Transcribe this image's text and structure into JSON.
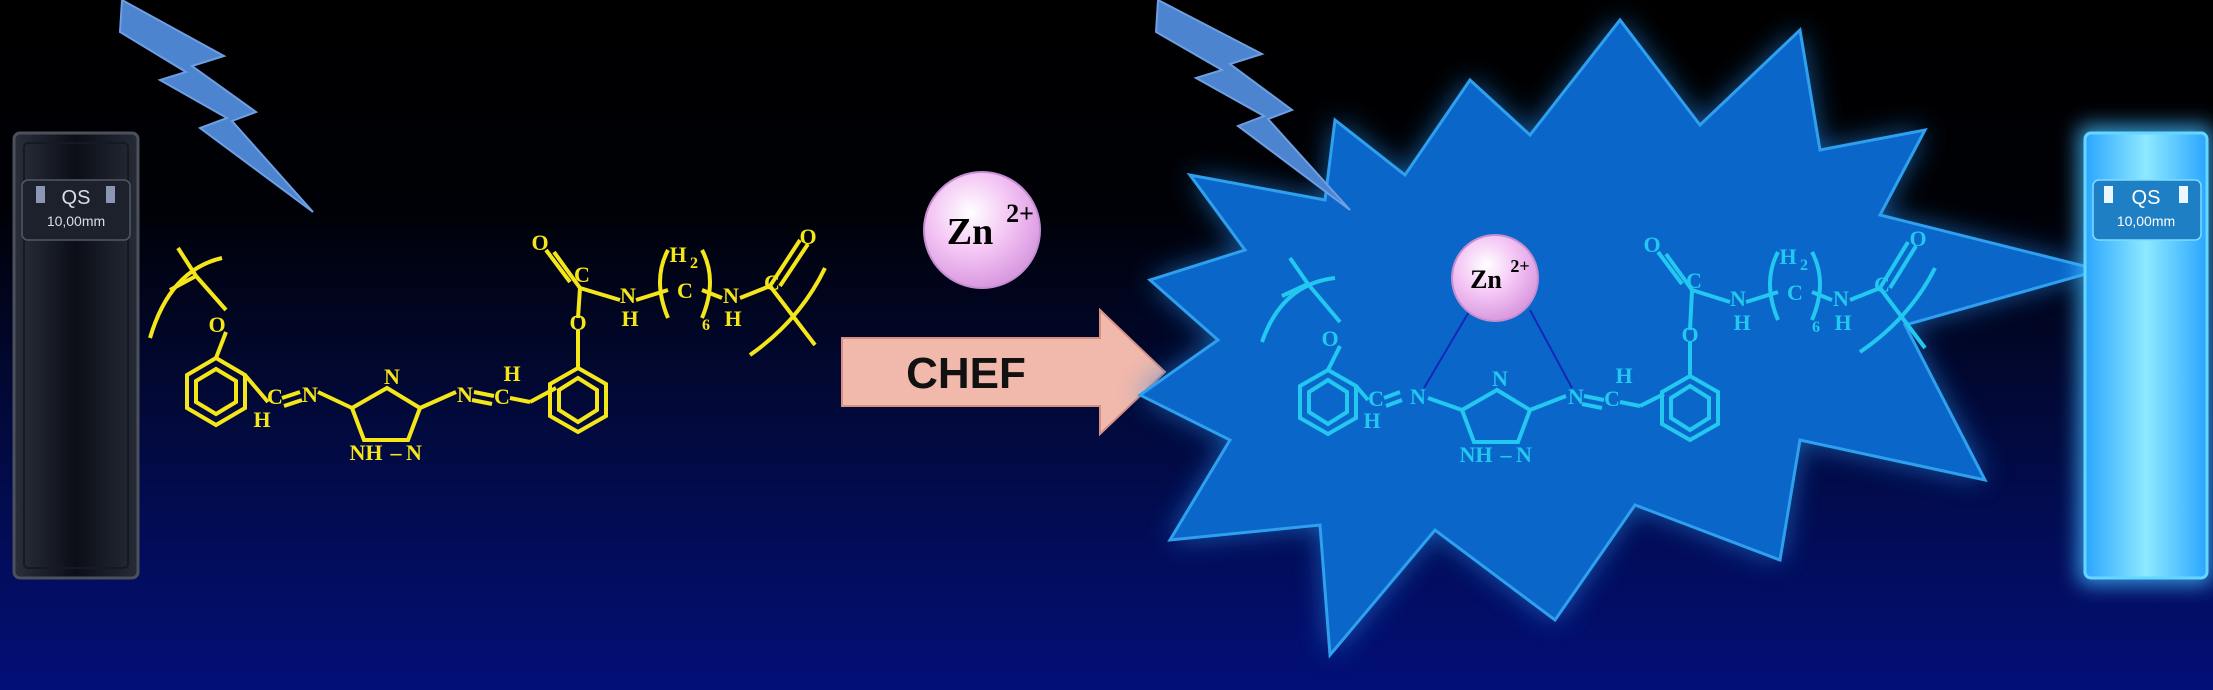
{
  "cuvette": {
    "brand": "QS",
    "pathlength": "10,00mm"
  },
  "ion": {
    "symbol": "Zn",
    "charge": "2+"
  },
  "process": {
    "label": "CHEF"
  },
  "atoms": {
    "N": "N",
    "O": "O",
    "C": "C",
    "H": "H",
    "H2_H": "H",
    "H2_sub": "2",
    "chain_n": "6",
    "triazole_NH": "NH",
    "triazole_N": "N"
  },
  "colors": {
    "free_ligand": "#f5e61a",
    "complex_ligand": "#22c8f0",
    "starburst": "#0a67c9",
    "arrow": "#f1b8ac",
    "lightning": "#4d84cf",
    "ion_sphere": "#f3c3f4"
  }
}
